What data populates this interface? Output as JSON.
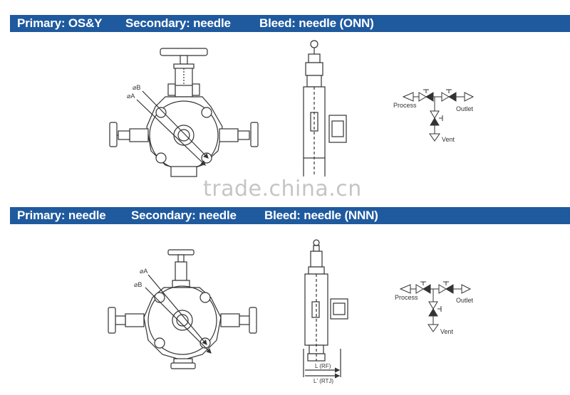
{
  "sections": [
    {
      "primary": "Primary: OS&Y",
      "secondary": "Secondary: needle",
      "bleed": "Bleed: needle (ONN)",
      "label_b": "⌀B",
      "label_a": "⌀A",
      "schematic": {
        "process": "Process",
        "outlet": "Outlet",
        "vent": "Vent"
      }
    },
    {
      "primary": "Primary: needle",
      "secondary": "Secondary: needle",
      "bleed": "Bleed: needle (NNN)",
      "label_a": "⌀A",
      "label_b": "⌀B",
      "dim_rf": "L (RF)",
      "dim_rtj": "L' (RTJ)",
      "schematic": {
        "process": "Process",
        "outlet": "Outlet",
        "vent": "Vent"
      }
    }
  ],
  "watermark": "trade.china.cn",
  "colors": {
    "banner": "#1f5a9e",
    "banner_text": "#ffffff",
    "line": "#333333"
  }
}
